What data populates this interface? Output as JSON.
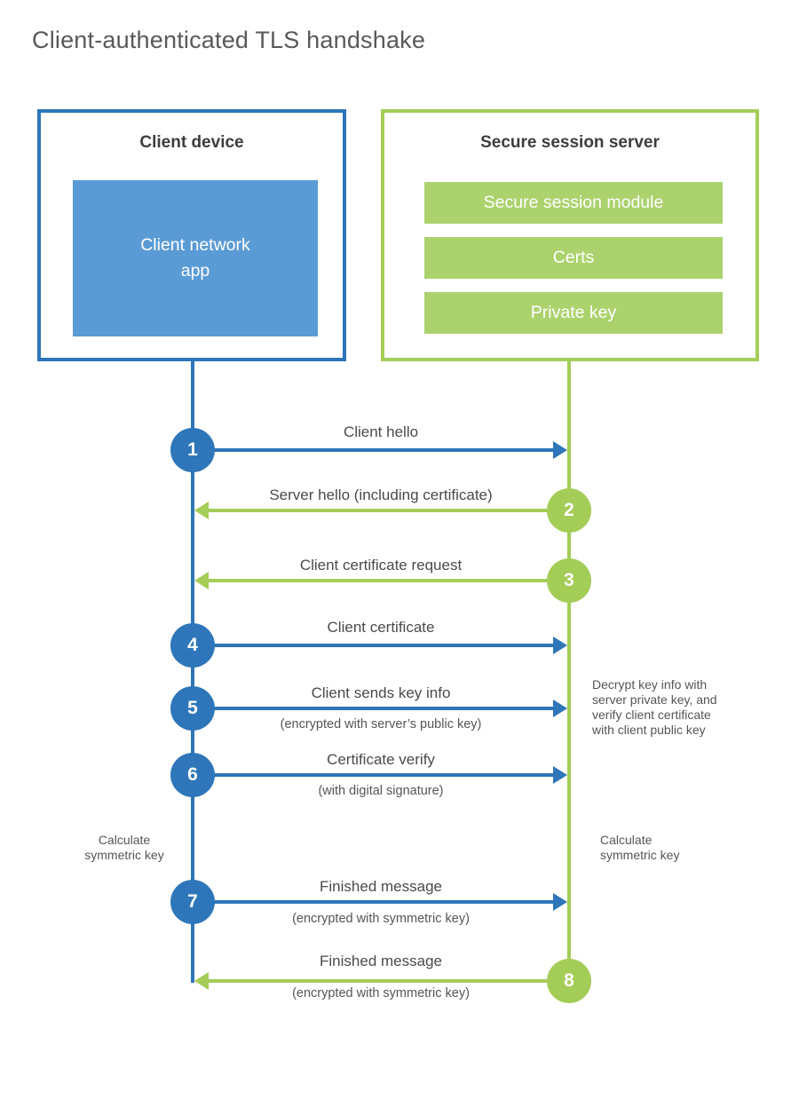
{
  "title": "Client-authenticated TLS handshake",
  "colors": {
    "blue": "#2E76B9",
    "blue-fill": "#5B9BD5",
    "green": "#A4CD58",
    "green-fill": "#ACD26E"
  },
  "client": {
    "title": "Client device",
    "app_label": "Client network\napp"
  },
  "server": {
    "title": "Secure session server",
    "modules": [
      "Secure session module",
      "Certs",
      "Private key"
    ]
  },
  "steps": [
    {
      "num": "1",
      "from": "client",
      "to": "server",
      "label": "Client hello"
    },
    {
      "num": "2",
      "from": "server",
      "to": "client",
      "label": "Server hello (including certificate)"
    },
    {
      "num": "3",
      "from": "server",
      "to": "client",
      "label": "Client certificate request"
    },
    {
      "num": "4",
      "from": "client",
      "to": "server",
      "label": "Client certificate"
    },
    {
      "num": "5",
      "from": "client",
      "to": "server",
      "label": "Client sends key info",
      "sub": "(encrypted with server’s public key)"
    },
    {
      "num": "6",
      "from": "client",
      "to": "server",
      "label": "Certificate verify",
      "sub": "(with digital signature)"
    },
    {
      "num": "7",
      "from": "client",
      "to": "server",
      "label": "Finished message",
      "sub": "(encrypted with symmetric key)"
    },
    {
      "num": "8",
      "from": "server",
      "to": "client",
      "label": "Finished message",
      "sub": "(encrypted with symmetric key)"
    }
  ],
  "notes": {
    "decrypt": "Decrypt key info with\nserver private key, and\nverify client certificate\nwith client public key",
    "calc_left": "Calculate\nsymmetric key",
    "calc_right": "Calculate\nsymmetric key"
  }
}
